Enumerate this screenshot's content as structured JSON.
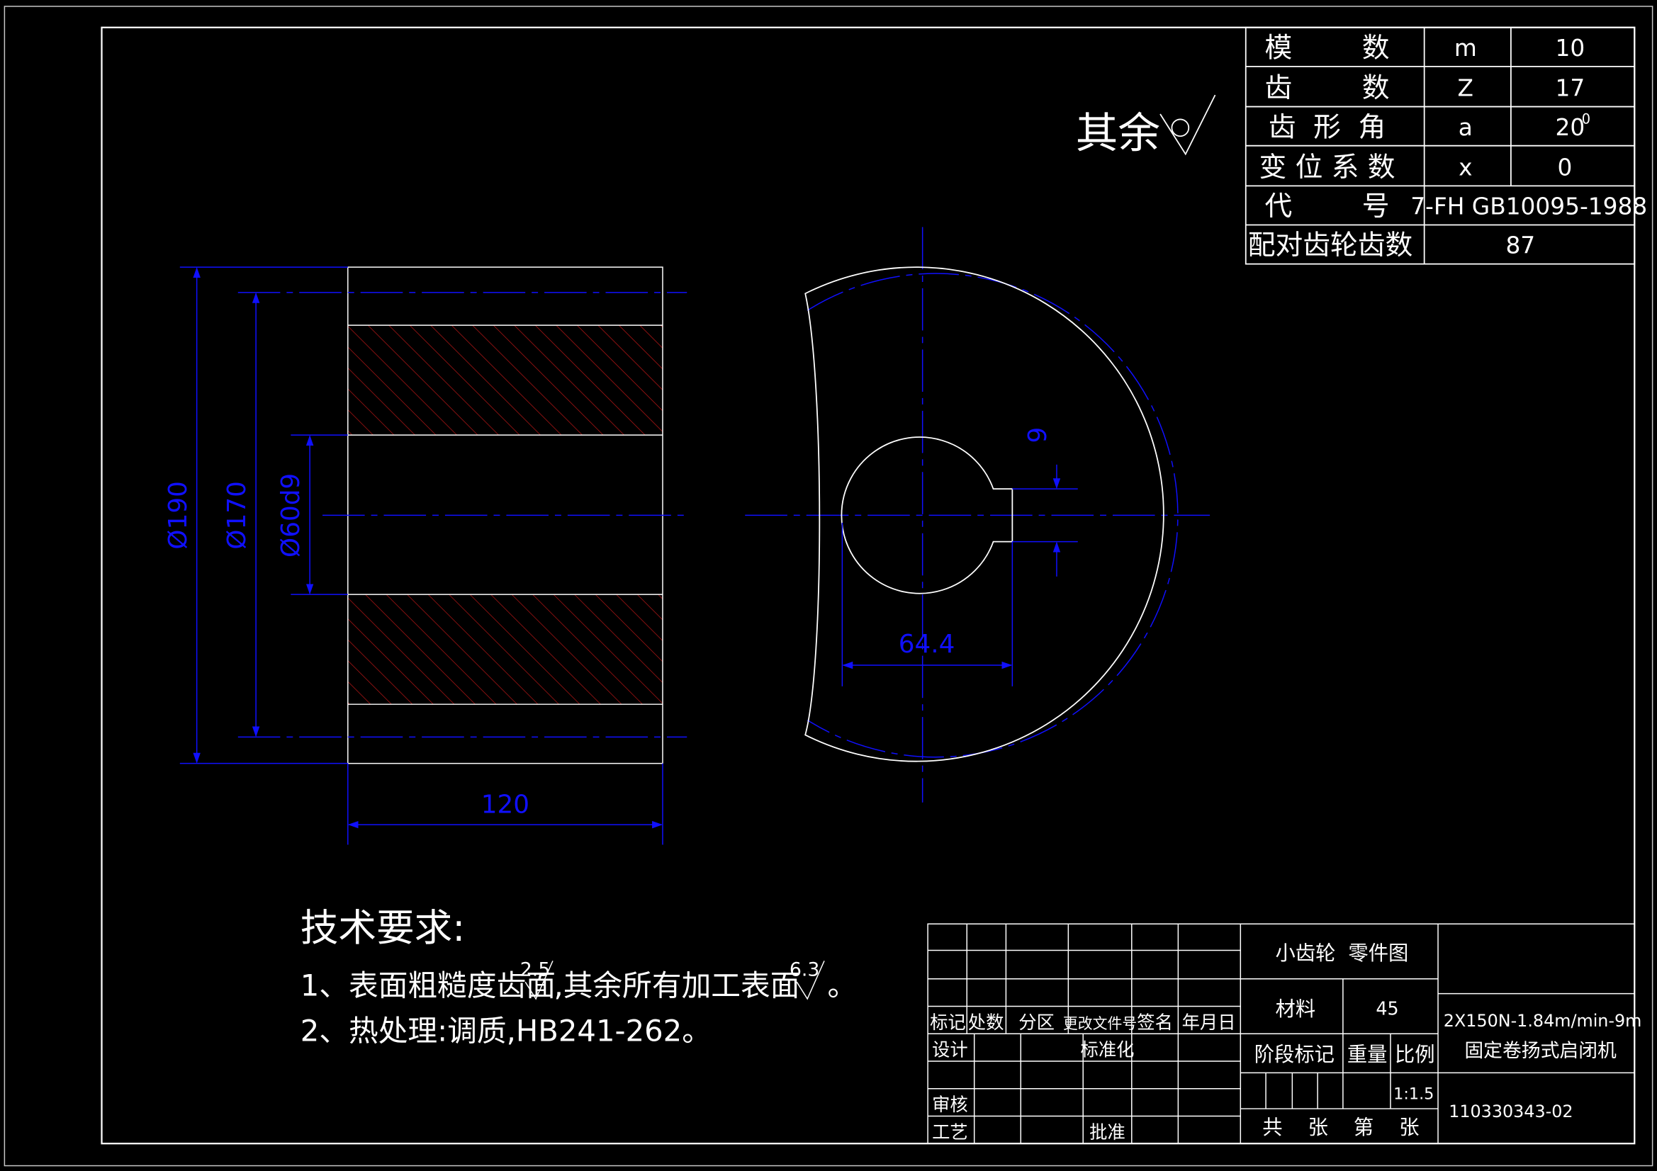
{
  "roughness_note": {
    "label": "其余"
  },
  "params": [
    {
      "name": "模        数",
      "symbol": "m",
      "value": "10"
    },
    {
      "name": "齿        数",
      "symbol": "Z",
      "value": "17"
    },
    {
      "name": "齿  形  角",
      "symbol": "a",
      "value": "20",
      "sup": "0"
    },
    {
      "name": "变 位 系 数",
      "symbol": "x",
      "value": "0"
    },
    {
      "name": "代        号",
      "merged": "7-FH GB10095-1988"
    },
    {
      "name": "配对齿轮齿数",
      "value": "87"
    }
  ],
  "dims": {
    "d190": "Ø190",
    "d170": "Ø170",
    "d60": "Ø60d9",
    "width": "120",
    "key_depth": "64.4",
    "key_width": "9"
  },
  "tech_req": {
    "title": "技术要求:",
    "line1_a": "1、表面粗糙度齿面",
    "line1_r1": "2.5",
    "line1_b": ",其余所有加工表面",
    "line1_r2": "6.3",
    "line1_c": "。",
    "line2": "2、热处理:调质,HB241-262。"
  },
  "title_block": {
    "rev_headers": [
      "标记",
      "处数",
      "分区",
      "更改文件号",
      "签名",
      "年月日"
    ],
    "design": "设计",
    "standard": "标准化",
    "review": "审核",
    "process": "工艺",
    "approve": "批准",
    "part_name": "小齿轮  零件图",
    "material_label": "材料",
    "material": "45",
    "stage": "阶段标记",
    "weight": "重量",
    "scale_label": "比例",
    "scale": "1:1.5",
    "sheets": "共    张    第    张",
    "project_line1": "2X150N-1.84m/min-9m",
    "project_line2": "固定卷扬式启闭机",
    "drawing_no": "110330343-02"
  }
}
